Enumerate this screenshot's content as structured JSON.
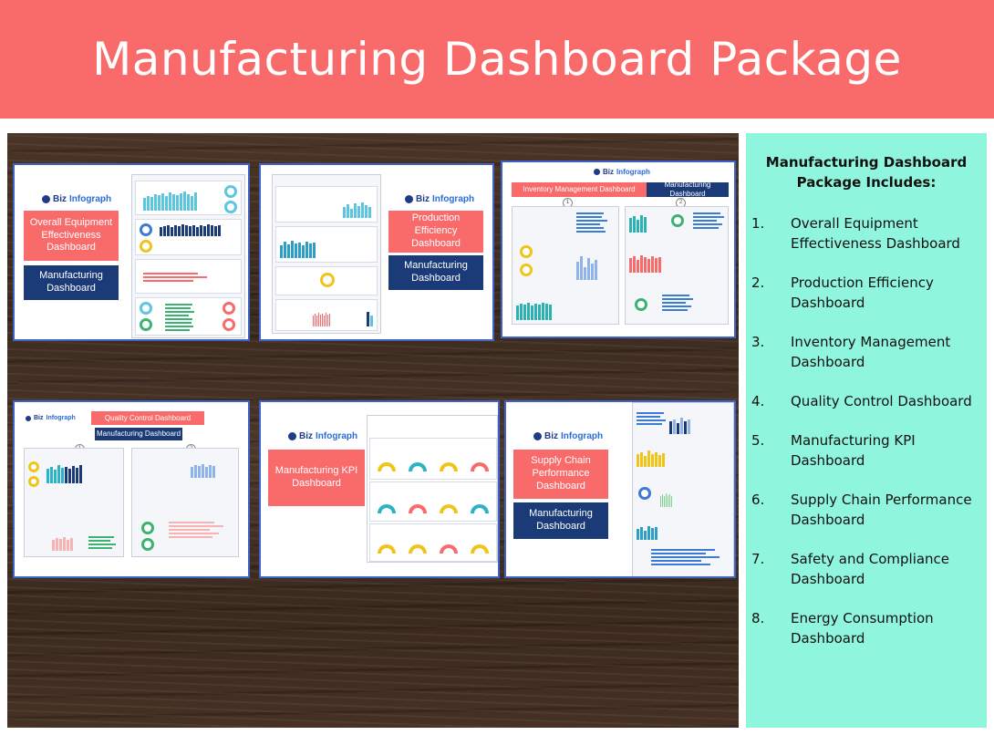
{
  "banner": {
    "title": "Manufacturing Dashboard Package"
  },
  "logo": {
    "biz": "Biz",
    "infograph": "Infograph"
  },
  "cards": [
    {
      "title": "Overall Equipment Effectiveness Dashboard",
      "subtitle": "Manufacturing Dashboard"
    },
    {
      "title": "Production Efficiency Dashboard",
      "subtitle": "Manufacturing Dashboard"
    },
    {
      "title": "Inventory Management Dashboard",
      "subtitle": "Manufacturing Dashboard",
      "markers": [
        "1",
        "2"
      ]
    },
    {
      "title": "Quality Control Dashboard",
      "subtitle": "Manufacturing Dashboard",
      "markers": [
        "1",
        "2"
      ]
    },
    {
      "title": "Manufacturing KPI Dashboard",
      "subtitle": ""
    },
    {
      "title": "Supply Chain Performance Dashboard",
      "subtitle": "Manufacturing Dashboard"
    }
  ],
  "sidebar": {
    "heading_line1": "Manufacturing Dashboard",
    "heading_line2": "Package Includes:",
    "items": [
      {
        "num": "1.",
        "text": "Overall Equipment Effectiveness Dashboard"
      },
      {
        "num": "2.",
        "text": "Production Efficiency Dashboard"
      },
      {
        "num": "3.",
        "text": "Inventory Management Dashboard"
      },
      {
        "num": "4.",
        "text": "Quality Control Dashboard"
      },
      {
        "num": "5.",
        "text": "Manufacturing KPI Dashboard"
      },
      {
        "num": "6.",
        "text": "Supply Chain Performance Dashboard"
      },
      {
        "num": "7.",
        "text": "Safety and Compliance Dashboard"
      },
      {
        "num": "8.",
        "text": "Energy Consumption Dashboard"
      }
    ]
  },
  "colors": {
    "banner": "#f96b6b",
    "navy": "#1b3a78",
    "sidebar": "#8ff5dc",
    "card_border": "#3d63c8"
  }
}
